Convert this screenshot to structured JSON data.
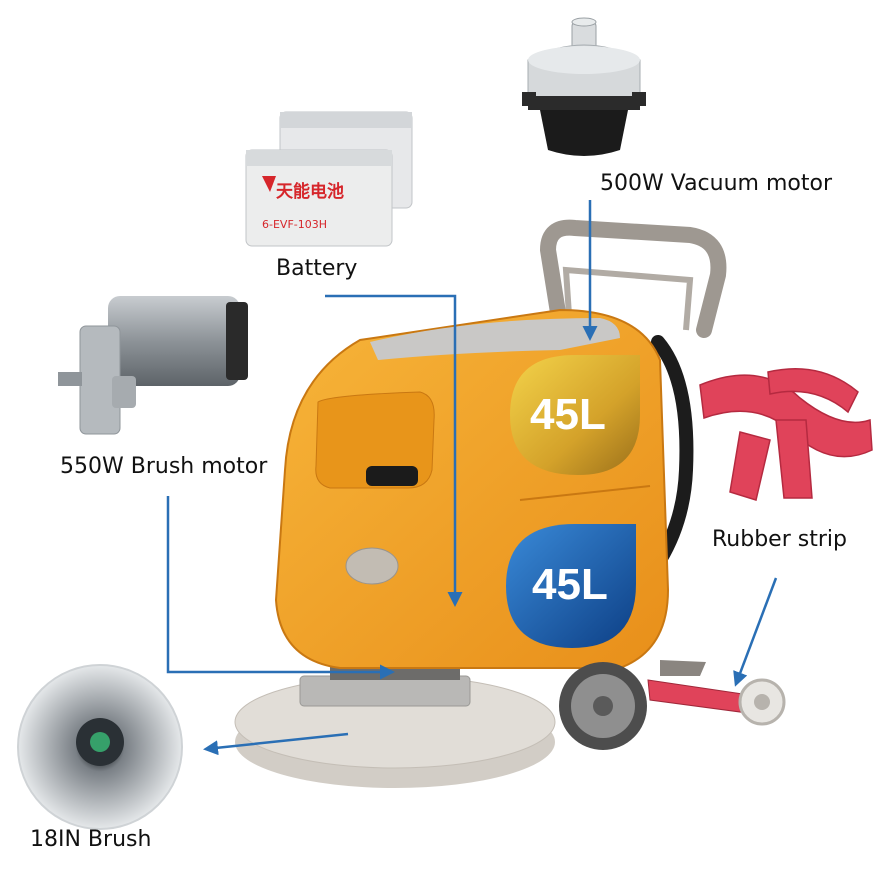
{
  "labels": {
    "vacuum_motor": "500W Vacuum motor",
    "battery": "Battery",
    "brush_motor": "550W Brush motor",
    "rubber_strip": "Rubber strip",
    "brush": "18IN Brush"
  },
  "tanks": {
    "clean_water": "45L",
    "dirty_water": "45L"
  },
  "battery_print": {
    "brand": "天能电池",
    "model": "6-EVF-103H"
  },
  "colors": {
    "body_orange": "#f2a12a",
    "arrow_blue": "#2a6fb5",
    "gold_badge": "#e6b830",
    "blue_badge": "#1a5fb0",
    "rubber_red": "#e0435a"
  }
}
